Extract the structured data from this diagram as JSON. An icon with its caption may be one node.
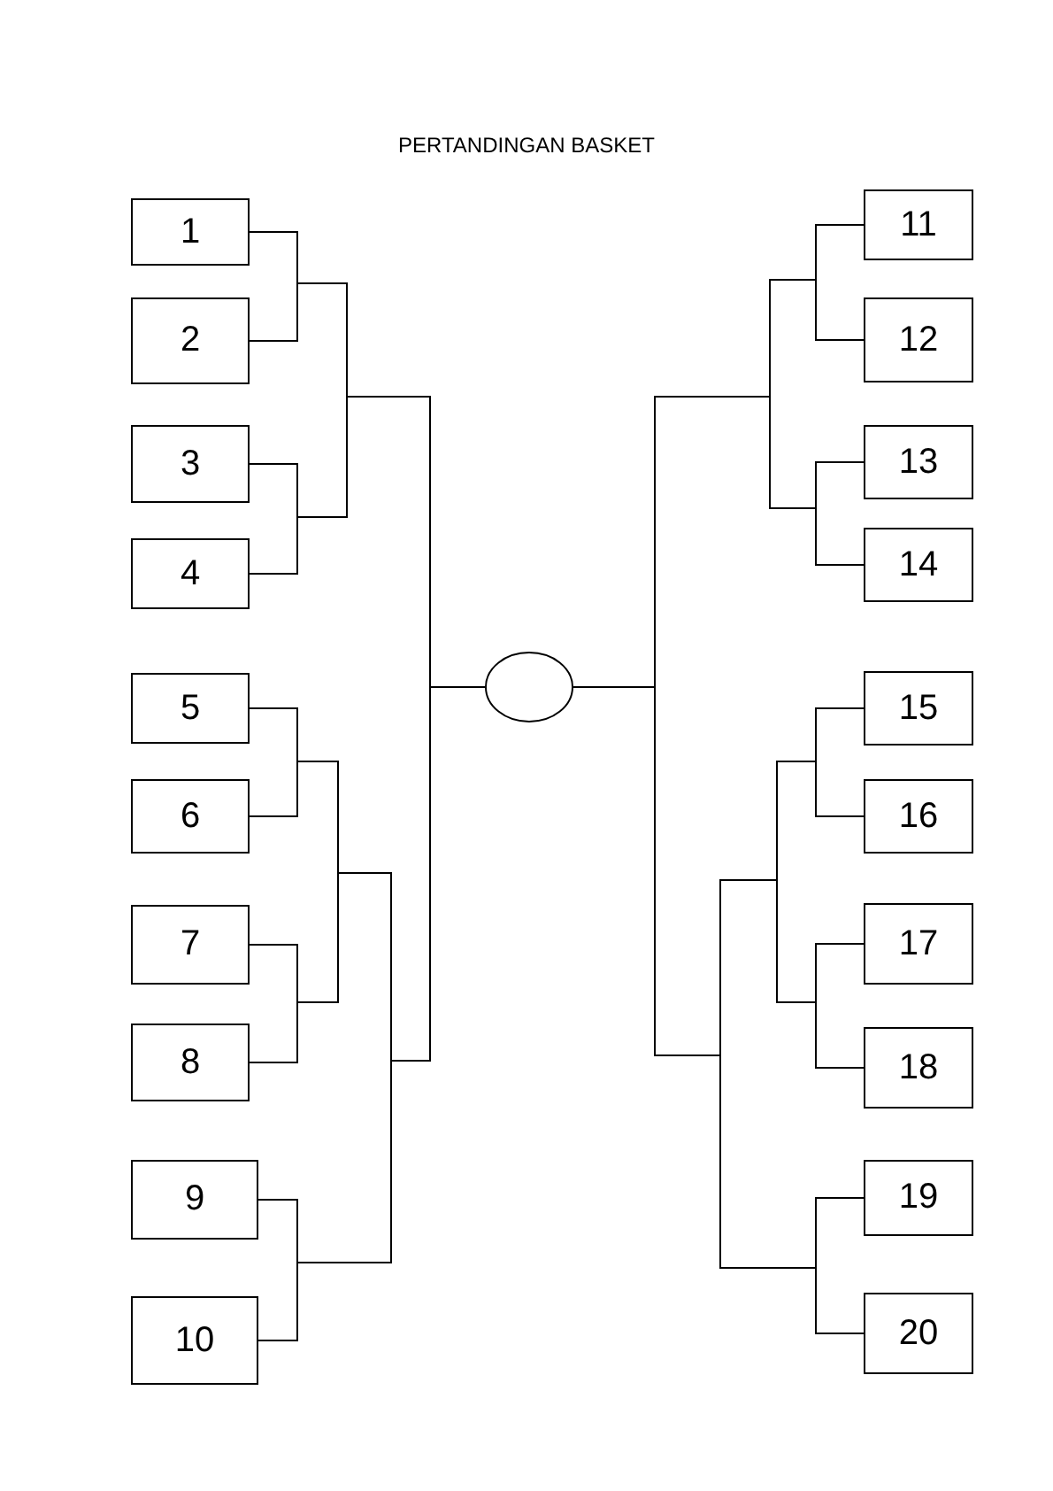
{
  "diagram": {
    "title": "PERTANDINGAN BASKET",
    "nodes": [
      {
        "text": [
          "1"
        ]
      },
      {
        "text": [
          "2"
        ]
      },
      {
        "text": [
          "3"
        ]
      },
      {
        "text": [
          "4"
        ]
      },
      {
        "text": [
          "5"
        ]
      },
      {
        "text": [
          "6"
        ]
      },
      {
        "text": [
          "7"
        ]
      },
      {
        "text": [
          "8"
        ]
      },
      {
        "text": [
          "9"
        ]
      },
      {
        "text": [
          "10"
        ]
      },
      {
        "text": [],
        "shape": "oval"
      },
      {
        "text": [
          "11"
        ]
      },
      {
        "text": [
          "12"
        ]
      },
      {
        "text": [
          "13"
        ]
      },
      {
        "text": [
          "14"
        ]
      },
      {
        "text": [
          "15"
        ]
      },
      {
        "text": [
          "16"
        ]
      },
      {
        "text": [
          "17"
        ]
      },
      {
        "text": [
          "18"
        ]
      },
      {
        "text": [
          "19"
        ]
      },
      {
        "text": [
          "20"
        ]
      }
    ],
    "edges": [
      {
        "from": 0,
        "to": 10,
        "arrow": "none"
      },
      {
        "from": 1,
        "to": 10,
        "arrow": "none"
      },
      {
        "from": 2,
        "to": 10,
        "arrow": "none"
      },
      {
        "from": 3,
        "to": 10,
        "arrow": "none"
      },
      {
        "from": 4,
        "to": 10,
        "arrow": "none"
      },
      {
        "from": 5,
        "to": 10,
        "arrow": "none"
      },
      {
        "from": 6,
        "to": 10,
        "arrow": "none"
      },
      {
        "from": 7,
        "to": 10,
        "arrow": "none"
      },
      {
        "from": 8,
        "to": 10,
        "arrow": "none"
      },
      {
        "from": 9,
        "to": 10,
        "arrow": "none"
      },
      {
        "from": 11,
        "to": 10,
        "arrow": "none"
      },
      {
        "from": 12,
        "to": 10,
        "arrow": "none"
      },
      {
        "from": 13,
        "to": 10,
        "arrow": "none"
      },
      {
        "from": 14,
        "to": 10,
        "arrow": "none"
      },
      {
        "from": 15,
        "to": 10,
        "arrow": "none"
      },
      {
        "from": 16,
        "to": 10,
        "arrow": "none"
      },
      {
        "from": 17,
        "to": 10,
        "arrow": "none"
      },
      {
        "from": 18,
        "to": 10,
        "arrow": "none"
      },
      {
        "from": 19,
        "to": 10,
        "arrow": "none"
      },
      {
        "from": 20,
        "to": 10,
        "arrow": "none"
      }
    ]
  }
}
